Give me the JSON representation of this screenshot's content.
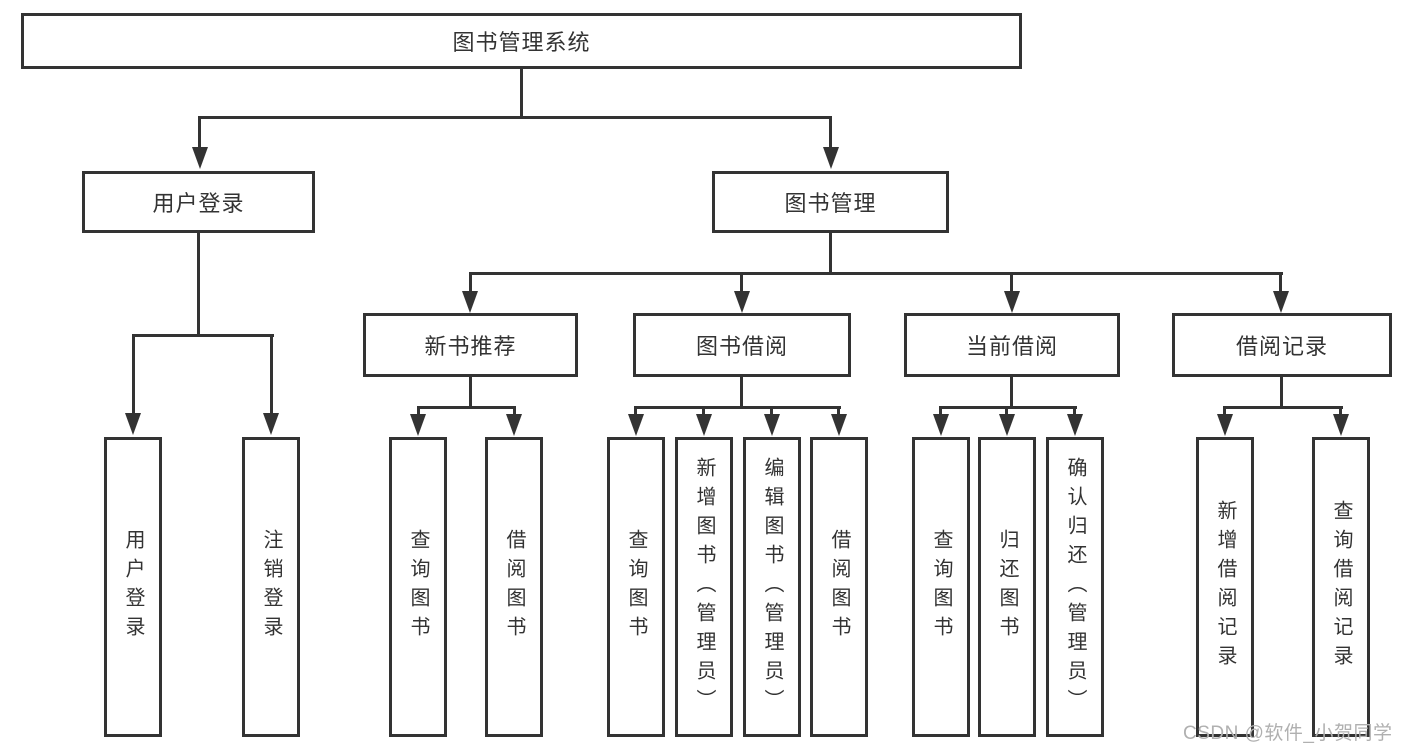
{
  "diagram": {
    "type": "hierarchy-tree",
    "root": {
      "label": "图书管理系统"
    },
    "level2": [
      {
        "label": "用户登录",
        "parent": "图书管理系统"
      },
      {
        "label": "图书管理",
        "parent": "图书管理系统"
      }
    ],
    "level3": [
      {
        "label": "新书推荐",
        "parent": "图书管理"
      },
      {
        "label": "图书借阅",
        "parent": "图书管理"
      },
      {
        "label": "当前借阅",
        "parent": "图书管理"
      },
      {
        "label": "借阅记录",
        "parent": "图书管理"
      }
    ],
    "leaves": [
      {
        "label": "用户登录",
        "parent": "用户登录"
      },
      {
        "label": "注销登录",
        "parent": "用户登录"
      },
      {
        "label": "查询图书",
        "parent": "新书推荐"
      },
      {
        "label": "借阅图书",
        "parent": "新书推荐"
      },
      {
        "label": "查询图书",
        "parent": "图书借阅"
      },
      {
        "label": "新增图书（管理员）",
        "parent": "图书借阅"
      },
      {
        "label": "编辑图书（管理员）",
        "parent": "图书借阅"
      },
      {
        "label": "借阅图书",
        "parent": "图书借阅"
      },
      {
        "label": "查询图书",
        "parent": "当前借阅"
      },
      {
        "label": "归还图书",
        "parent": "当前借阅"
      },
      {
        "label": "确认归还（管理员）",
        "parent": "当前借阅"
      },
      {
        "label": "新增借阅记录",
        "parent": "借阅记录"
      },
      {
        "label": "查询借阅记录",
        "parent": "借阅记录"
      }
    ],
    "watermark": "CSDN @软件_小贺同学",
    "colors": {
      "line": "#333333",
      "box_fill": "#ffffff",
      "text": "#333333",
      "watermark": "#b0b0b0"
    }
  }
}
